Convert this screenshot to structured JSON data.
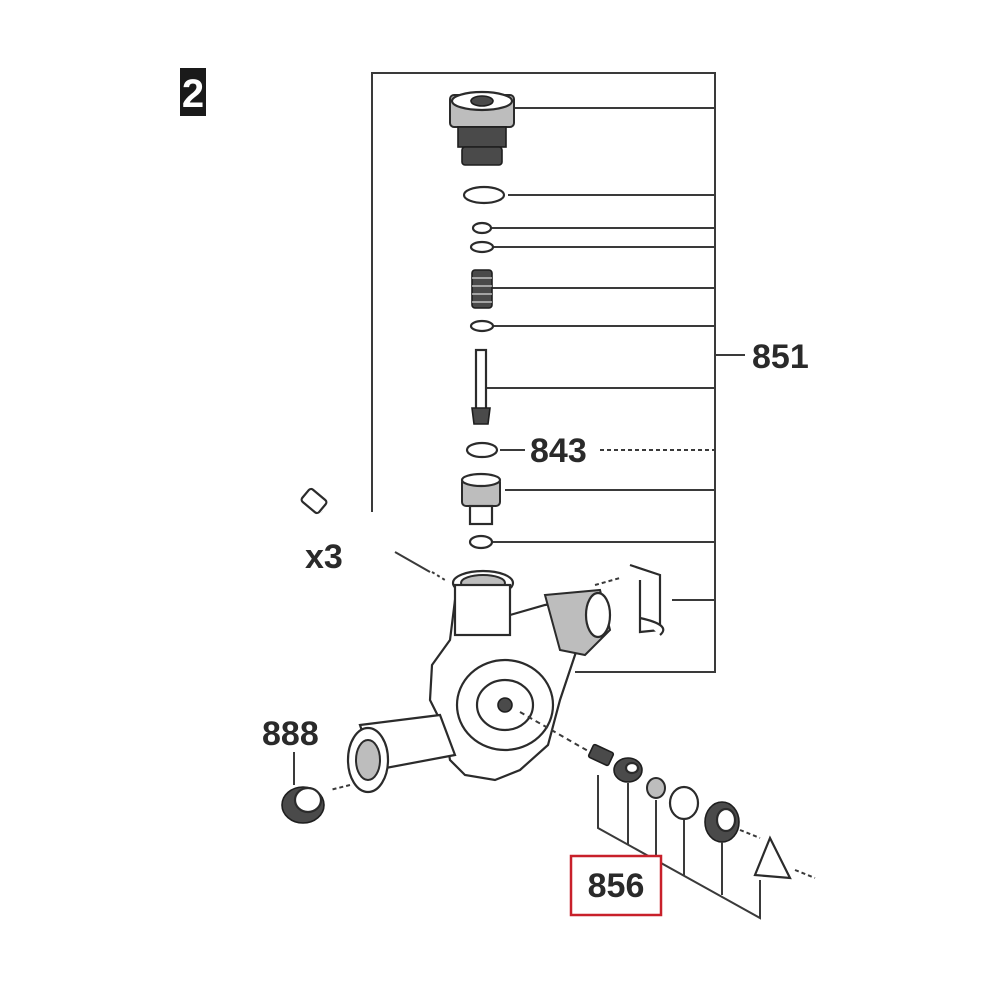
{
  "figure_number": "2",
  "labels": {
    "assembly": "851",
    "seal": "843",
    "quantity": "x3",
    "cap": "888",
    "valve_kit": "856"
  },
  "colors": {
    "highlight_box": "#c8202a",
    "line": "#3a3a3a",
    "text": "#2a2a2a",
    "figure_badge": "#1a1a1a"
  }
}
